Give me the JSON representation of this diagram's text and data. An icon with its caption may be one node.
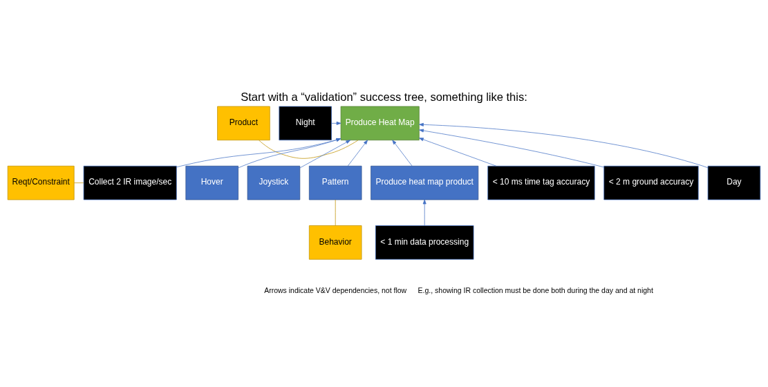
{
  "diagram": {
    "title": "Start with a “validation” success tree, something like this:",
    "nodes": [
      {
        "text": [
          "Produce Heat Map"
        ]
      },
      {
        "text": [
          "Product"
        ]
      },
      {
        "text": [
          "Night"
        ]
      },
      {
        "text": [
          "Day"
        ]
      },
      {
        "text": [
          "Reqt/Constraint"
        ]
      },
      {
        "text": [
          "Collect 2 IR image/sec"
        ]
      },
      {
        "text": [
          "Hover"
        ]
      },
      {
        "text": [
          "Joystick"
        ]
      },
      {
        "text": [
          "Pattern"
        ]
      },
      {
        "text": [
          "Produce heat map product"
        ]
      },
      {
        "text": [
          "< 10 ms time tag accuracy"
        ]
      },
      {
        "text": [
          "< 2 m ground accuracy"
        ]
      },
      {
        "text": [
          "Behavior"
        ]
      },
      {
        "text": [
          "< 1 min data processing"
        ]
      }
    ],
    "edges": [
      {
        "from": 1,
        "to": 0,
        "arrow": "none",
        "color": "#bf9000"
      },
      {
        "from": 2,
        "to": 0,
        "arrow": "to"
      },
      {
        "from": 3,
        "to": 0,
        "arrow": "to"
      },
      {
        "from": 5,
        "to": 0,
        "arrow": "to"
      },
      {
        "from": 6,
        "to": 0,
        "arrow": "to"
      },
      {
        "from": 7,
        "to": 0,
        "arrow": "to"
      },
      {
        "from": 8,
        "to": 0,
        "arrow": "to"
      },
      {
        "from": 9,
        "to": 0,
        "arrow": "to"
      },
      {
        "from": 10,
        "to": 0,
        "arrow": "to"
      },
      {
        "from": 11,
        "to": 0,
        "arrow": "to"
      },
      {
        "from": 4,
        "to": 5,
        "arrow": "none",
        "color": "#bf9000"
      },
      {
        "from": 12,
        "to": 8,
        "arrow": "none",
        "color": "#bf9000"
      },
      {
        "from": 13,
        "to": 9,
        "arrow": "to"
      }
    ],
    "labels": [
      "Arrows indicate V&V dependencies, not flow",
      "E.g., showing IR collection must be done both during the day and at night"
    ]
  }
}
